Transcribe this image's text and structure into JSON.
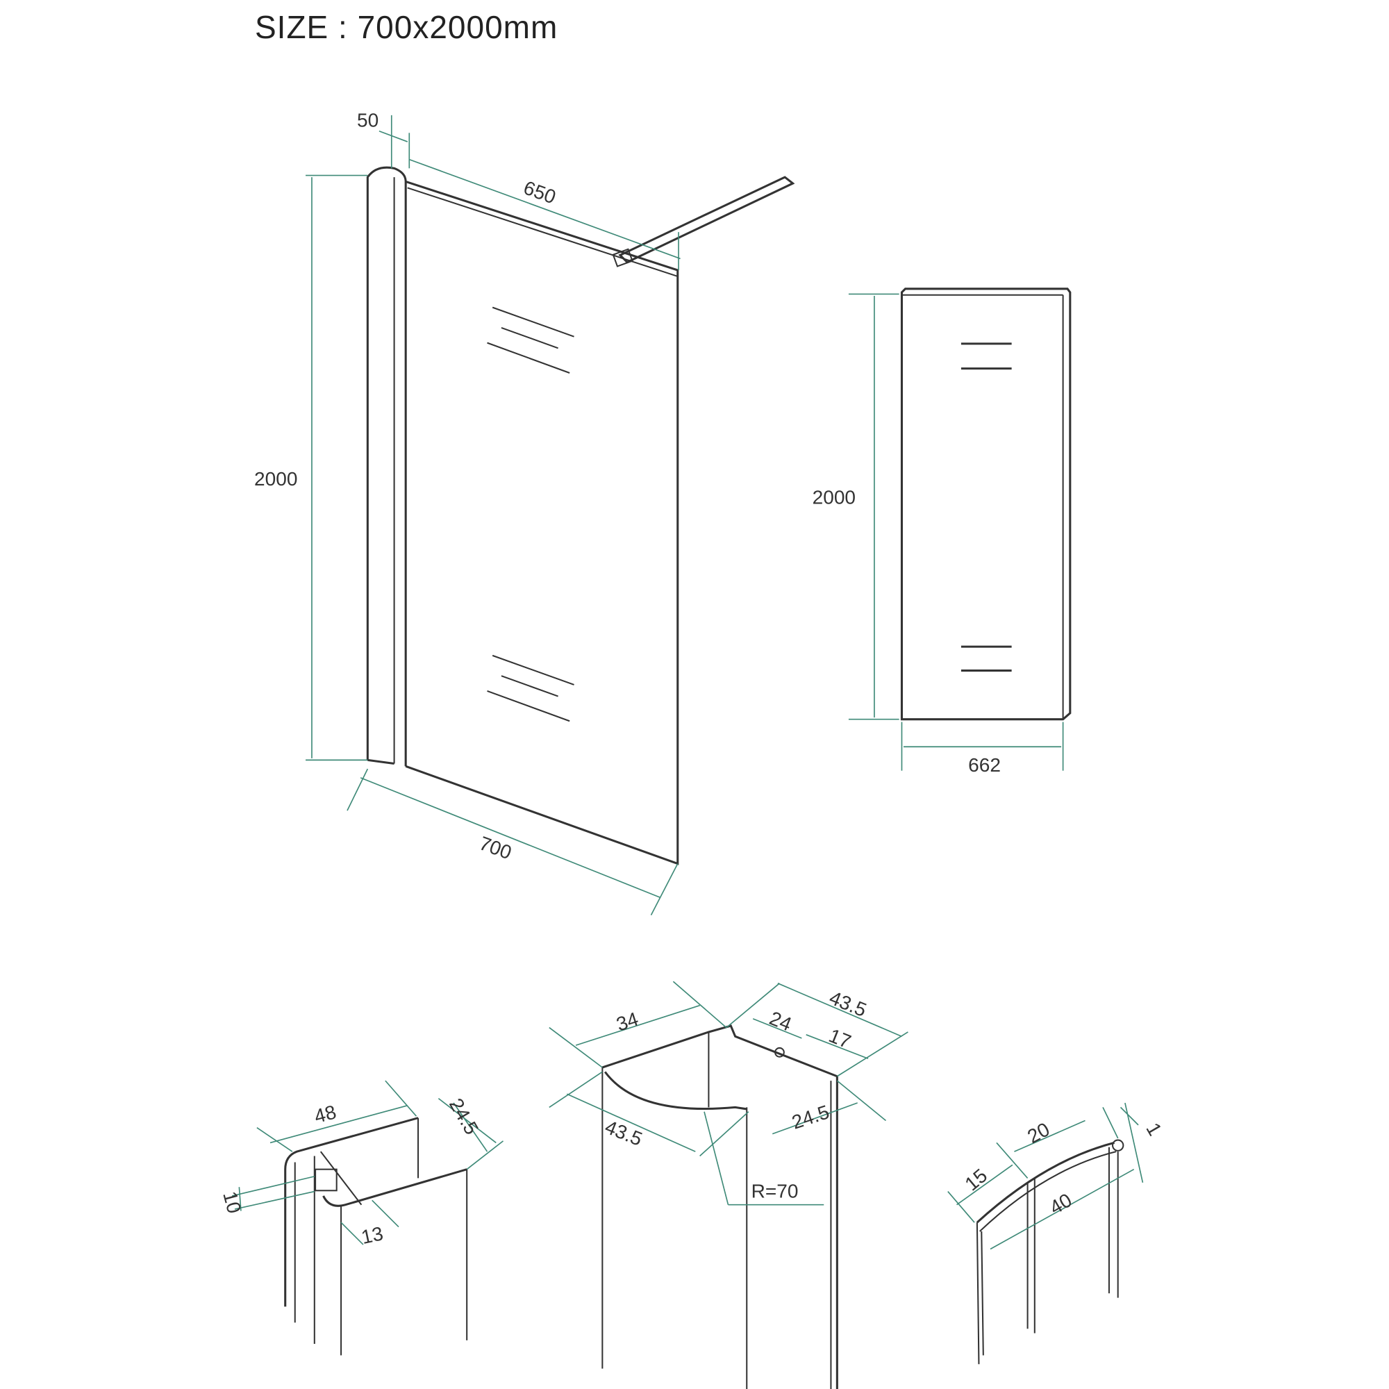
{
  "title": "SIZE : 700x2000mm",
  "colors": {
    "dimension": "#3f8a78",
    "outline": "#333333"
  },
  "main_panel": {
    "post_width": "50",
    "glass_top": "650",
    "height": "2000",
    "width": "700"
  },
  "side_panel": {
    "height": "2000",
    "width": "662"
  },
  "profile_left": {
    "width": "48",
    "depth": "24.5",
    "slot": "10",
    "inner": "13"
  },
  "profile_middle": {
    "top": "34",
    "right_top": "43.5",
    "inner": "24",
    "slot": "17",
    "right_depth": "24.5",
    "bottom": "43.5",
    "radius": "R=70"
  },
  "profile_right": {
    "left": "15",
    "top": "20",
    "tip": "1",
    "span": "40"
  }
}
